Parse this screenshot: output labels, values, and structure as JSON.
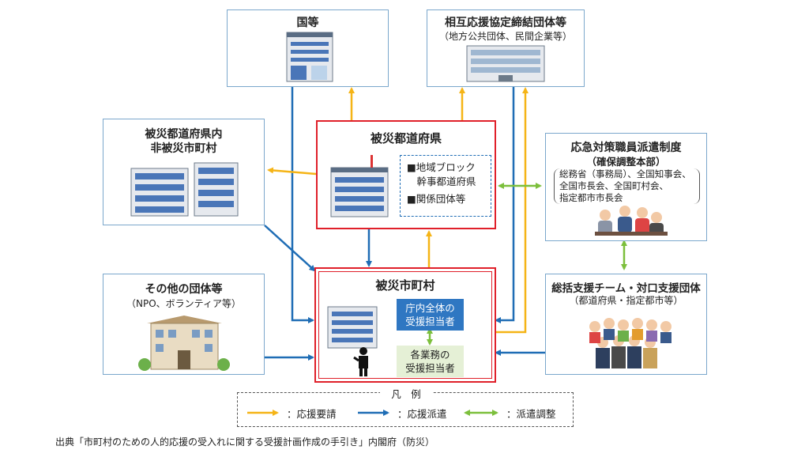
{
  "nodes": {
    "kuni": {
      "title": "国等"
    },
    "mutual": {
      "title": "相互応援協定締結団体等",
      "subtitle": "（地方公共団体、民間企業等）"
    },
    "pref_muni": {
      "title_line1": "被災都道府県内",
      "title_line2": "非被災市町村"
    },
    "affected_pref": {
      "title": "被災都道府県",
      "items": [
        "■地域ブロック",
        "　幹事都道府県",
        "■関係団体等"
      ]
    },
    "emergency": {
      "title_line1": "応急対策職員派遣制度",
      "title_line2": "（確保調整本部）",
      "members": [
        "総務省（事務局）、全国知事会、",
        "全国市長会、全国町村会、",
        "指定都市市長会"
      ]
    },
    "other": {
      "title": "その他の団体等",
      "subtitle": "（NPO、ボランティア等）"
    },
    "affected_muni": {
      "title": "被災市町村",
      "coordinator": [
        "庁内全体の",
        "受援担当者"
      ],
      "task_staff": [
        "各業務の",
        "受援担当者"
      ]
    },
    "support_team": {
      "title": "総括支援チーム・対口支援団体",
      "subtitle": "（都道府県・指定都市等）"
    }
  },
  "legend": {
    "title": "凡　例",
    "items": [
      {
        "label": "：応援要請",
        "color": "#f5b416"
      },
      {
        "label": "：応援派遣",
        "color": "#1f6db5"
      },
      {
        "label": "：派遣調整",
        "color": "#7cbf3c"
      }
    ]
  },
  "source": "出典「市町村のための人的応援の受入れに関する受援計画作成の手引き」内閣府（防災）",
  "colors": {
    "request": "#f5b416",
    "dispatch": "#1f6db5",
    "coordination": "#7cbf3c",
    "frame_red": "#e0202a",
    "frame_blue": "#7ba7cc"
  }
}
